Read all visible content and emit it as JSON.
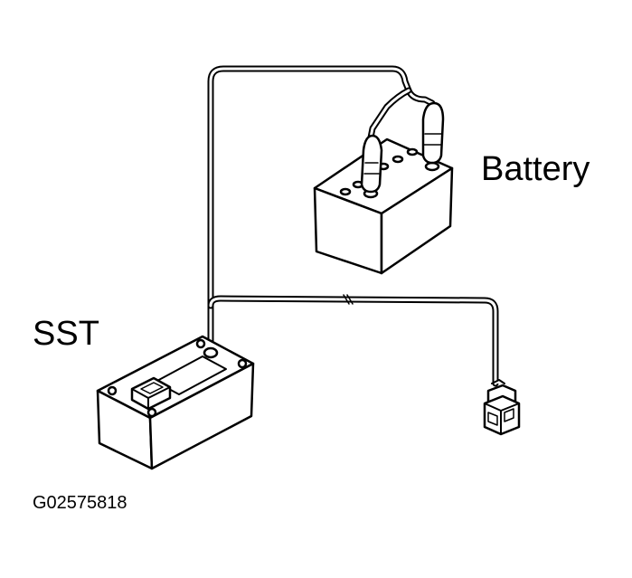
{
  "labels": {
    "battery": "Battery",
    "sst": "SST",
    "figure_code": "G02575818"
  },
  "colors": {
    "line": "#000000",
    "fill": "#ffffff"
  }
}
